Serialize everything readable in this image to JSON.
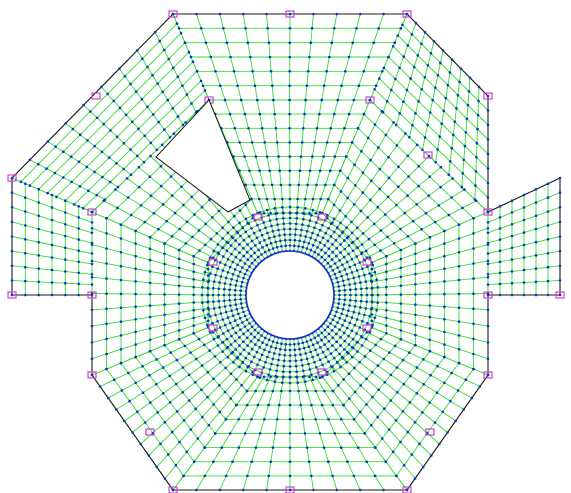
{
  "diagram": {
    "kind": "finite-element-mesh",
    "description_visible_text": "",
    "colors": {
      "background": "#ffffff",
      "mesh_line": "#2ee02e",
      "node": "#1030c8",
      "boundary": "#1a1a1a",
      "support_marker": "#d040d0",
      "opening_fill": "#ffffff"
    },
    "counts": {
      "ring_radial_divisions": 72,
      "ring_circumferential_rings": 8,
      "panel_grid_divisions": 10
    }
  }
}
